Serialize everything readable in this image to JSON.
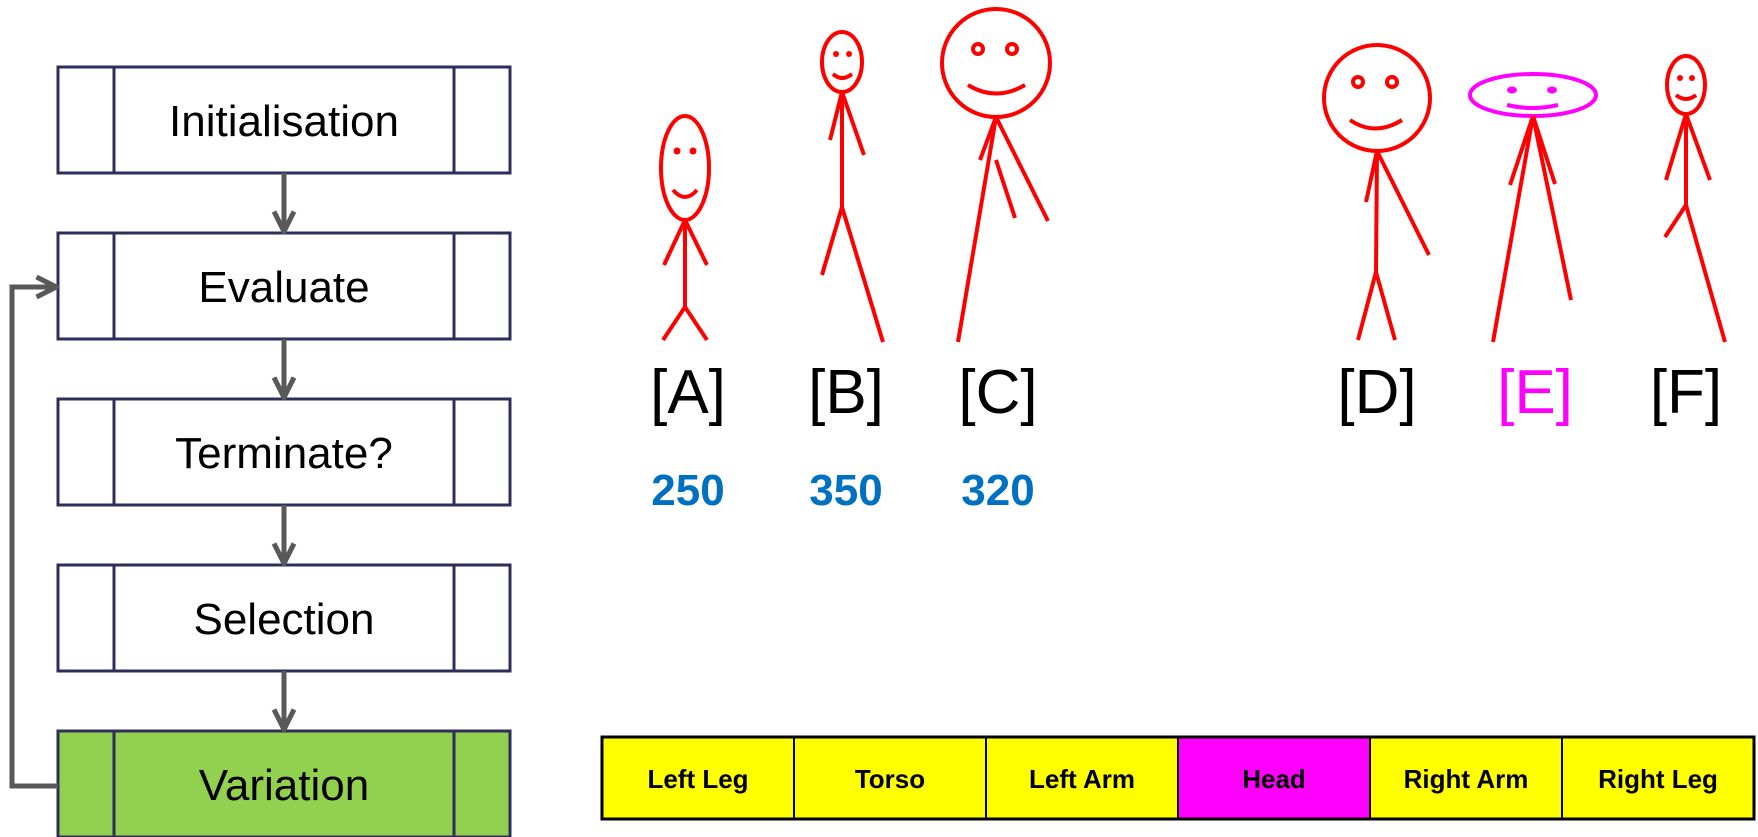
{
  "flow": {
    "steps": [
      {
        "label": "Initialisation",
        "fill": "#ffffff"
      },
      {
        "label": "Evaluate",
        "fill": "#ffffff"
      },
      {
        "label": "Terminate?",
        "fill": "#ffffff"
      },
      {
        "label": "Selection",
        "fill": "#ffffff"
      },
      {
        "label": "Variation",
        "fill": "#92d050"
      }
    ],
    "border_color": "#2e2e5a",
    "arrow_color": "#595959"
  },
  "population": {
    "figure_color": "#ff0000",
    "individuals": [
      {
        "label": "[A]",
        "score": "250",
        "label_color": "#000000"
      },
      {
        "label": "[B]",
        "score": "350",
        "label_color": "#000000"
      },
      {
        "label": "[C]",
        "score": "320",
        "label_color": "#000000"
      },
      {
        "label": "[D]",
        "score": "",
        "label_color": "#000000"
      },
      {
        "label": "[E]",
        "score": "",
        "label_color": "#ff00ff"
      },
      {
        "label": "[F]",
        "score": "",
        "label_color": "#000000"
      }
    ],
    "score_color": "#0070c0"
  },
  "chromosome": {
    "genes": [
      {
        "label": "Left Leg",
        "color": "#ffff00"
      },
      {
        "label": "Torso",
        "color": "#ffff00"
      },
      {
        "label": "Left Arm",
        "color": "#ffff00"
      },
      {
        "label": "Head",
        "color": "#ff00ff"
      },
      {
        "label": "Right Arm",
        "color": "#ffff00"
      },
      {
        "label": "Right Leg",
        "color": "#ffff00"
      }
    ]
  }
}
